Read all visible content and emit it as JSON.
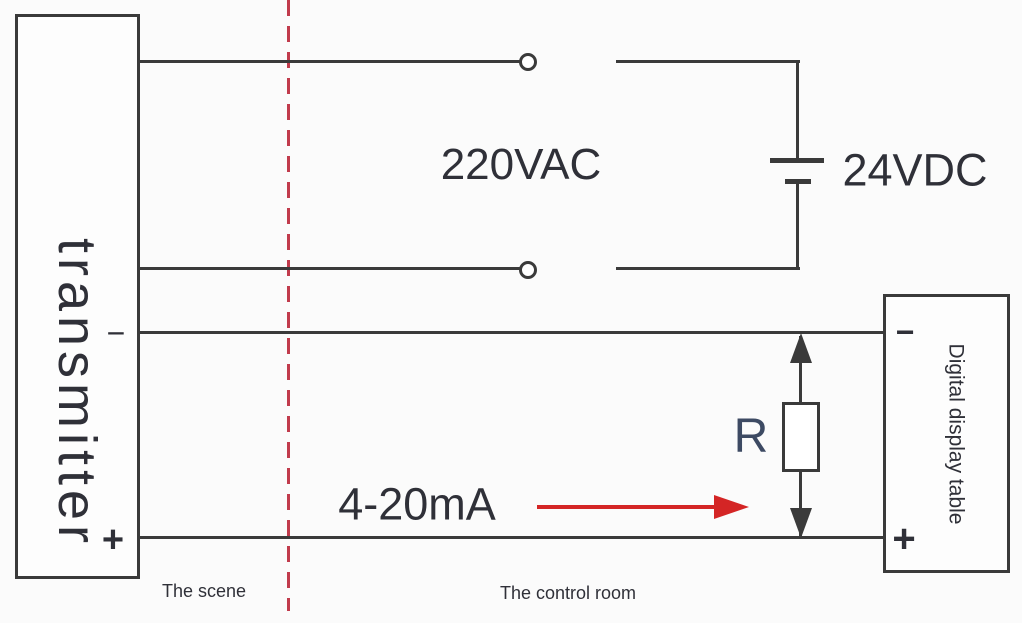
{
  "colors": {
    "wire": "#3a3a3a",
    "text": "#2f3038",
    "divider": "#c13b4c",
    "arrow": "#d42525",
    "resistor_label": "#3d4a63",
    "box_fill": "#fdfdfd",
    "background": "#fbfbfb"
  },
  "transmitter": {
    "label": "transmitter",
    "minus_terminal": "−",
    "plus_terminal": "+"
  },
  "display_meter": {
    "label": "Digital display table",
    "minus_terminal": "−",
    "plus_terminal": "+"
  },
  "power_supply": {
    "ac_voltage_label": "220VAC",
    "dc_voltage_label": "24VDC"
  },
  "signal_loop": {
    "current_range_label": "4-20mA",
    "resistor_label": "R"
  },
  "zone_labels": {
    "scene": "The scene",
    "control_room": "The control room"
  }
}
